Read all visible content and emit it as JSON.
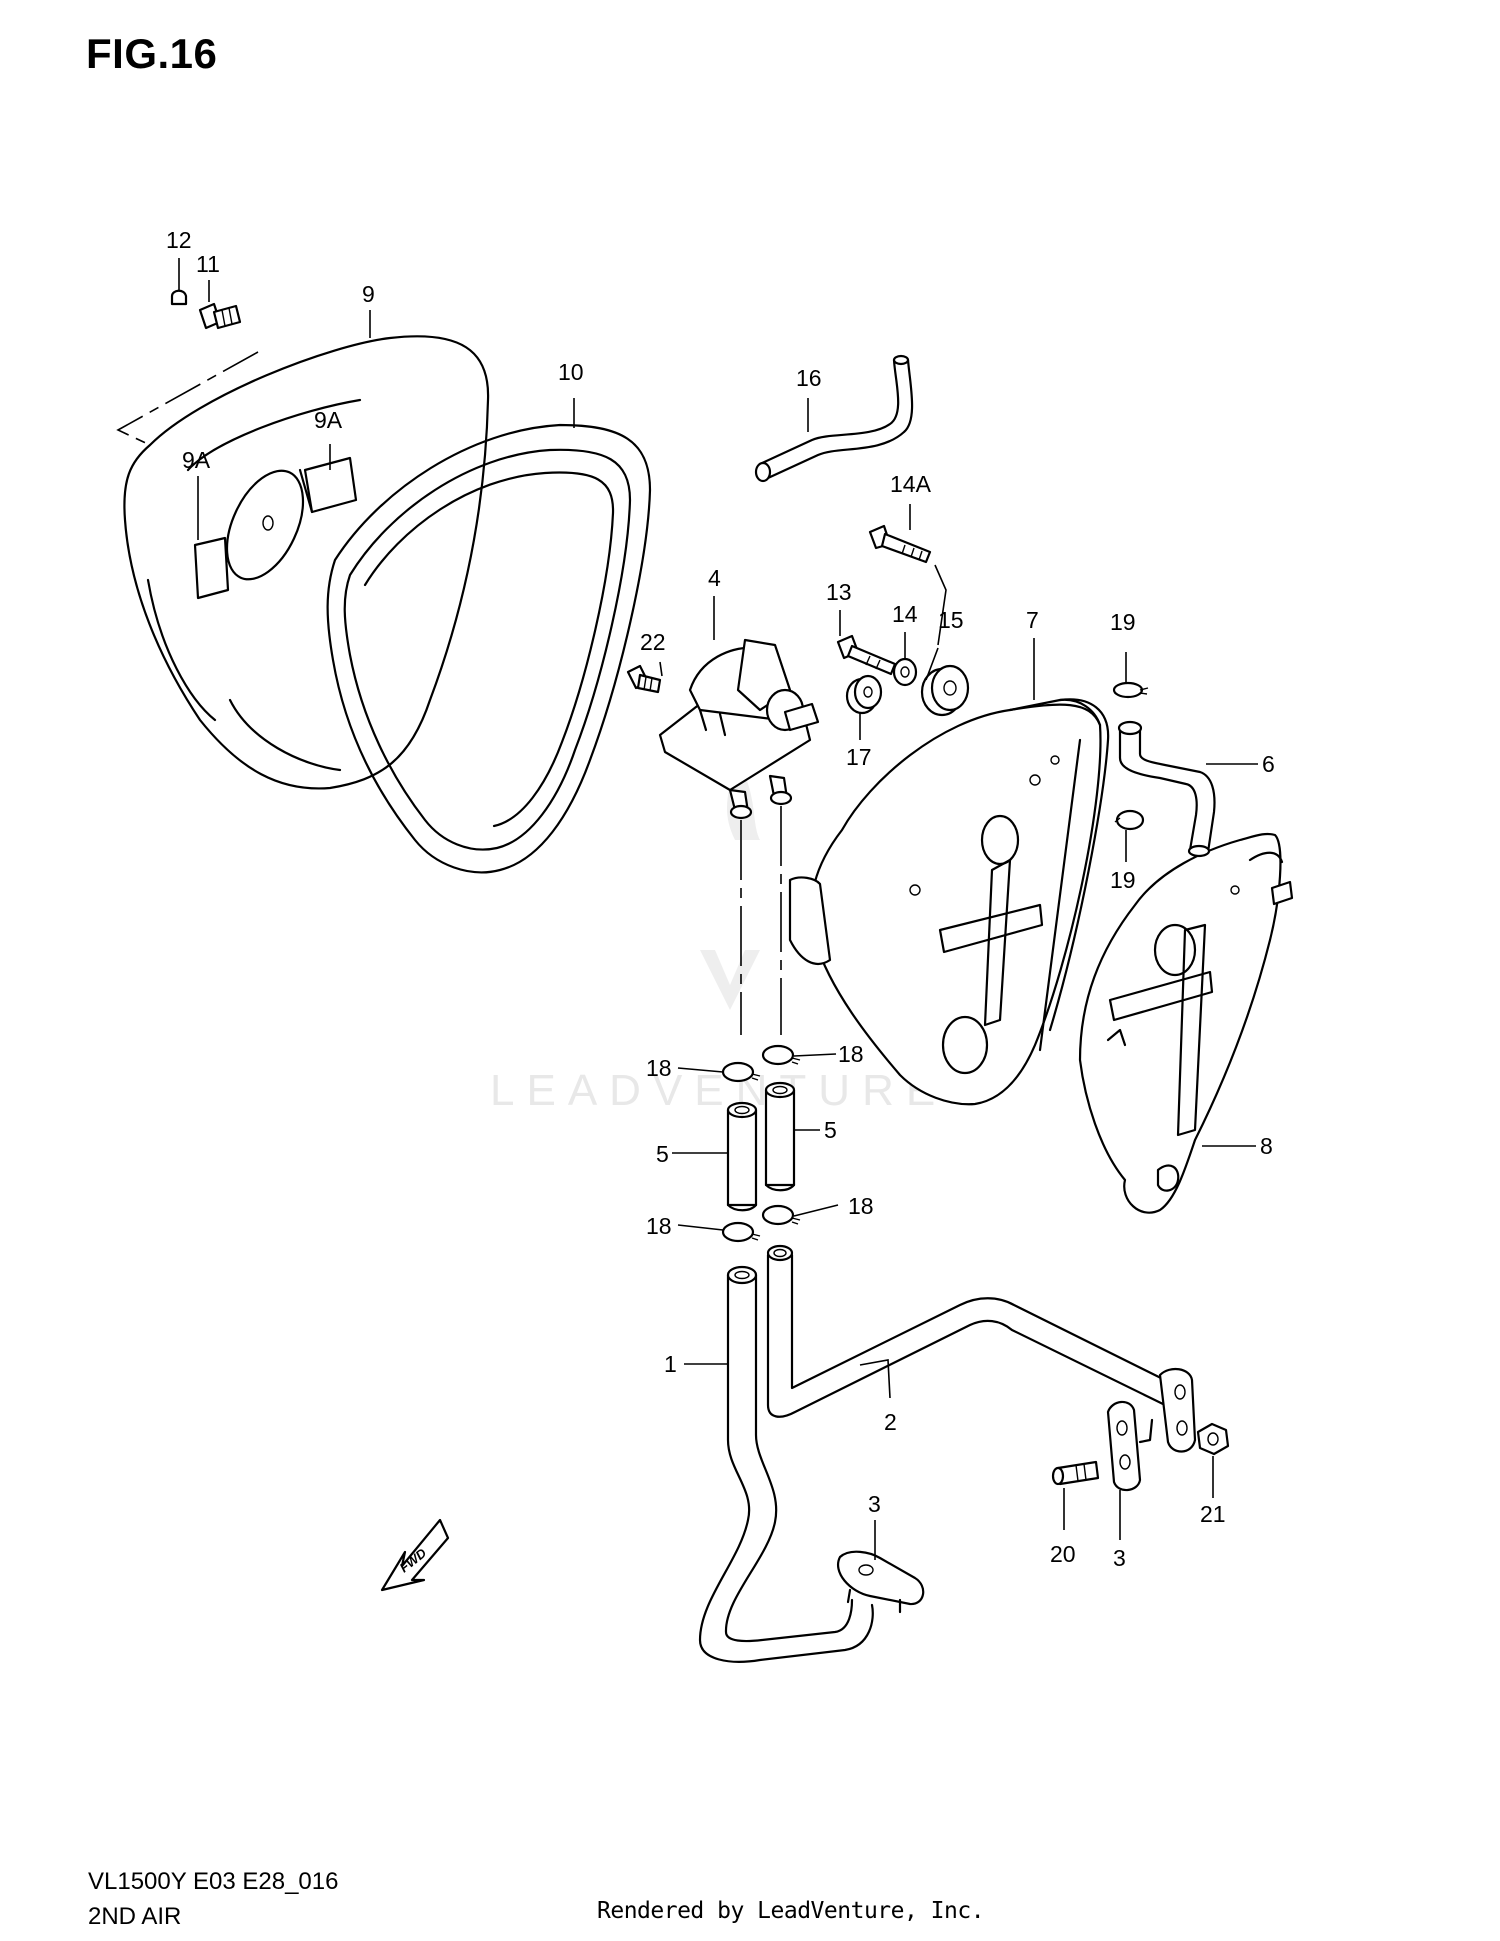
{
  "figure": {
    "title": "FIG.16",
    "model_code": "VL1500Y E03 E28_016",
    "subtitle": "2ND AIR",
    "rendered_by": "Rendered by LeadVenture, Inc.",
    "watermark": "LEADVENTURE"
  },
  "callouts": {
    "c1": "1",
    "c2": "2",
    "c3a": "3",
    "c3b": "3",
    "c4": "4",
    "c5a": "5",
    "c5b": "5",
    "c6": "6",
    "c7": "7",
    "c8": "8",
    "c9": "9",
    "c9a1": "9A",
    "c9a2": "9A",
    "c10": "10",
    "c11": "11",
    "c12": "12",
    "c13": "13",
    "c14": "14",
    "c14a": "14A",
    "c15": "15",
    "c16": "16",
    "c17": "17",
    "c18a": "18",
    "c18b": "18",
    "c18c": "18",
    "c18d": "18",
    "c19a": "19",
    "c19b": "19",
    "c20": "20",
    "c21": "21",
    "c22": "22"
  },
  "fwd_arrow": "FWD"
}
